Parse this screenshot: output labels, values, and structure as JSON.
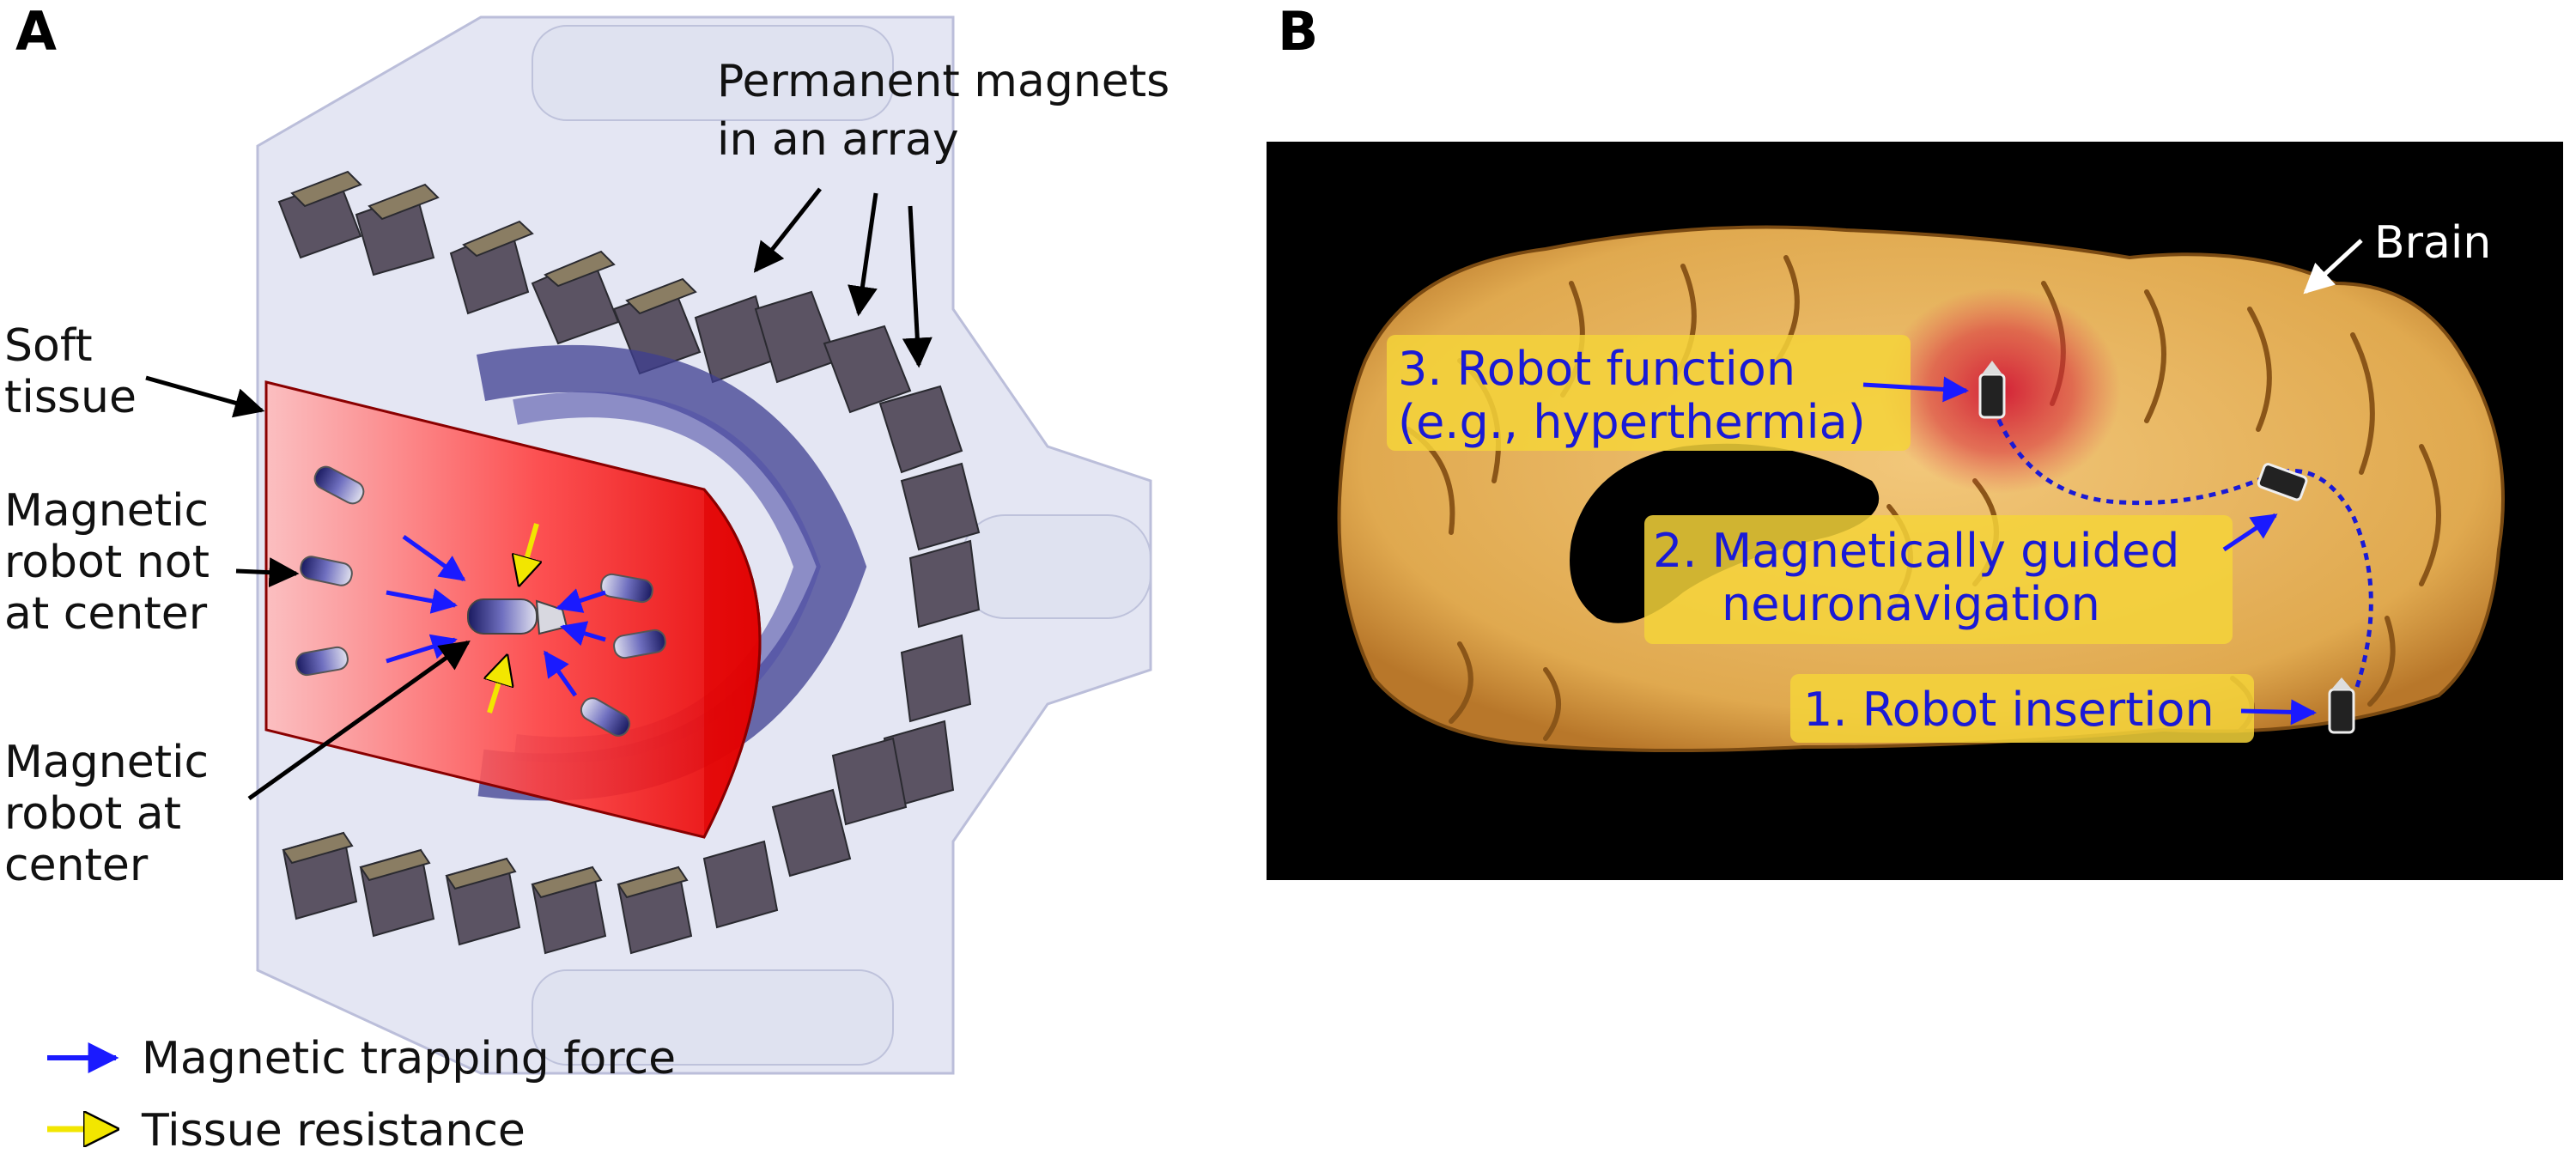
{
  "panel_a": {
    "letter": "A",
    "magnets_label_line1": "Permanent magnets",
    "magnets_label_line2": "in an array",
    "soft_tissue_line1": "Soft",
    "soft_tissue_line2": "tissue",
    "robot_not_center_line1": "Magnetic",
    "robot_not_center_line2": "robot not",
    "robot_not_center_line3": "at center",
    "robot_center_line1": "Magnetic",
    "robot_center_line2": "robot at",
    "robot_center_line3": "center",
    "legend": [
      {
        "label": "Magnetic trapping force",
        "color": "#1a1aff"
      },
      {
        "label": "Tissue resistance",
        "color": "#f2e600"
      }
    ]
  },
  "panel_b": {
    "letter": "B",
    "brain_label": "Brain",
    "step3_line1": "3. Robot function",
    "step3_line2": "(e.g., hyperthermia)",
    "step2_line1": "2. Magnetically guided",
    "step2_line2": "neuronavigation",
    "step1": "1. Robot insertion",
    "colors": {
      "step_text": "#1a1ad6",
      "step_box": "#f5d43a",
      "path": "#1a1ad6",
      "background": "#000000",
      "tissue": "#e8b45c"
    }
  }
}
